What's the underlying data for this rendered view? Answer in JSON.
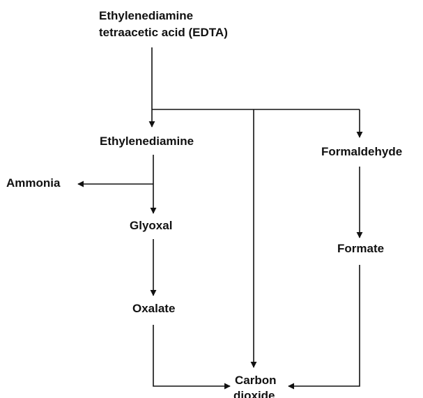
{
  "nodes": {
    "edta_line1": "Ethylenediamine",
    "edta_line2": "tetraacetic acid (EDTA)",
    "ethylenediamine": "Ethylenediamine",
    "formaldehyde": "Formaldehyde",
    "ammonia": "Ammonia",
    "glyoxal": "Glyoxal",
    "formate": "Formate",
    "oxalate": "Oxalate",
    "carbon_dioxide_line1": "Carbon",
    "carbon_dioxide_line2": "dioxide"
  },
  "colors": {
    "ink": "#111111",
    "background": "#ffffff"
  }
}
